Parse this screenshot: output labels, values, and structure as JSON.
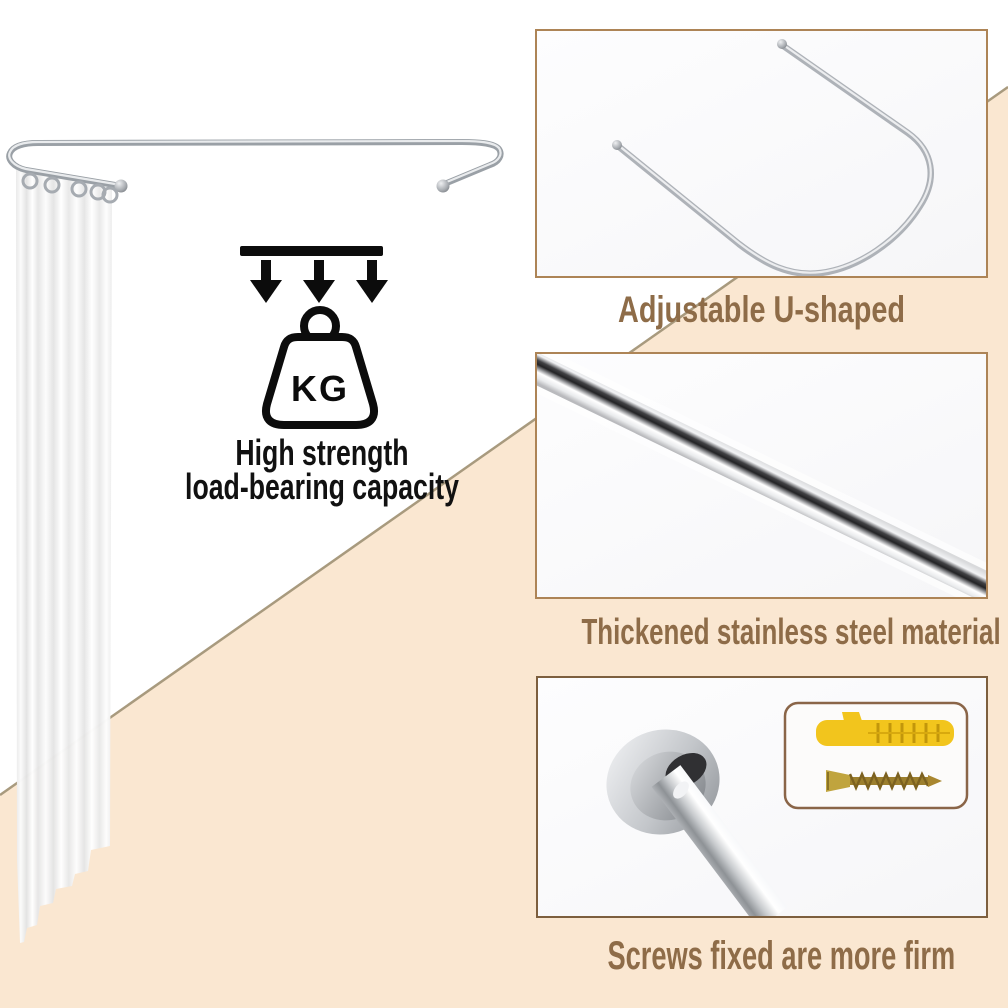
{
  "colors": {
    "background_peach": "#FAE7D1",
    "diagonal_line": "#A89A7E",
    "caption_brown": "#8E6C48",
    "card_border_light": "#AD8456",
    "card_border_dark": "#7D5F3E",
    "inset_border": "#8A6548",
    "anchor_yellow": "#F2C51D",
    "screw_gold": "#A8862F",
    "text_black": "#111111"
  },
  "main_feature": {
    "kg_label": "KG",
    "caption_line1": "High strength",
    "caption_line2": "load-bearing capacity"
  },
  "panels": [
    {
      "caption": "Adjustable U-shaped"
    },
    {
      "caption": "Thickened stainless steel material"
    },
    {
      "caption": "Screws fixed are more firm"
    }
  ]
}
